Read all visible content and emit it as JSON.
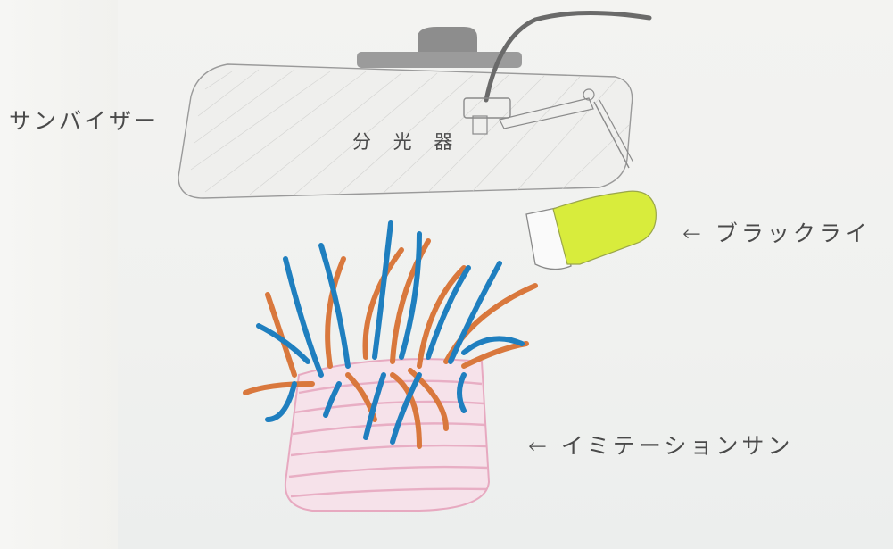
{
  "labels": {
    "visor": "サンバイザー",
    "spectrometer": "分 光 器",
    "blacklight": "← ブラックライ",
    "imitation": "← イミテーションサン"
  },
  "colors": {
    "tentacle_blue": "#1f7fbf",
    "tentacle_orange": "#d9783d",
    "body_pink": "#e7a9c0",
    "blacklight_yellow": "#d8ec3c",
    "pencil": "#8a8a8a"
  }
}
